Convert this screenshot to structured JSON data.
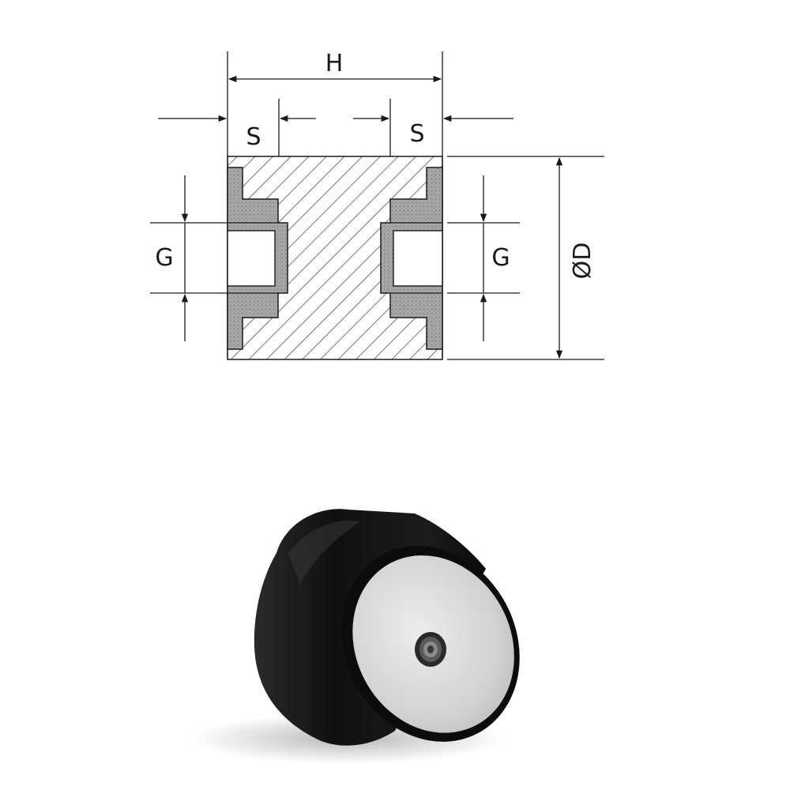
{
  "drawing": {
    "labels": {
      "height": "H",
      "thread_depth_left": "S",
      "thread_depth_right": "S",
      "thread_left": "G",
      "thread_right": "G",
      "diameter": "ØD"
    },
    "colors": {
      "line": "#1a1a1a",
      "insert_fill": "#9a9a9a",
      "rubber_dark": "#141414",
      "metal_face": "#d6d6d6"
    }
  }
}
